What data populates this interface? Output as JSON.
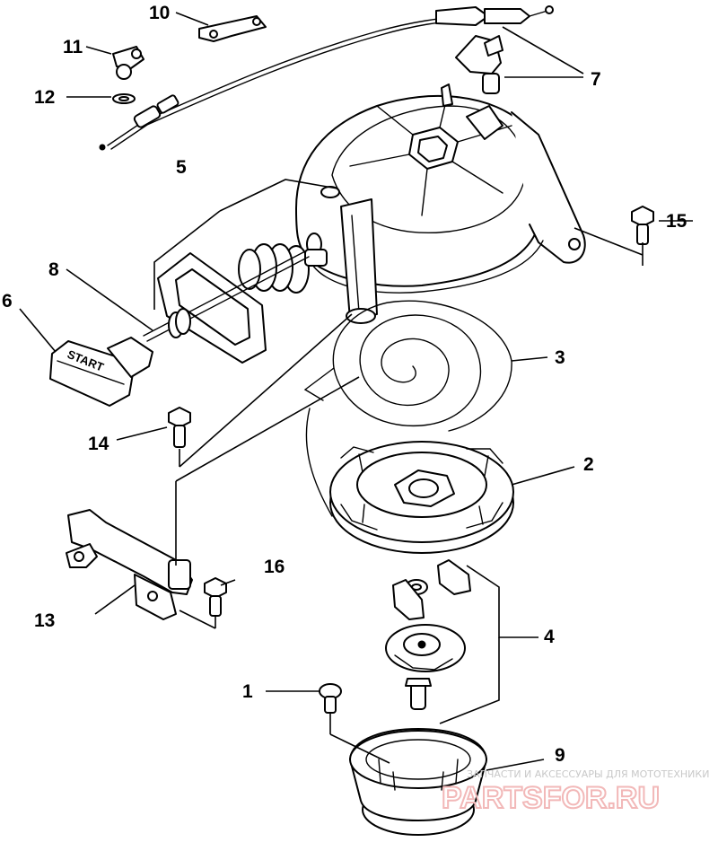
{
  "callouts": {
    "c1": "1",
    "c2": "2",
    "c3": "3",
    "c4": "4",
    "c5": "5",
    "c6": "6",
    "c7": "7",
    "c8": "8",
    "c9": "9",
    "c10": "10",
    "c11": "11",
    "c12": "12",
    "c13": "13",
    "c14": "14",
    "c15": "15",
    "c16": "16"
  },
  "handle_text": "START",
  "watermark": {
    "tagline": "ЗАПЧАСТИ И АКСЕССУАРЫ ДЛЯ МОТОТЕХНИКИ",
    "brand": "PARTSFOR.RU"
  },
  "colors": {
    "line": "#000000",
    "watermark": "#f2b8b8"
  }
}
